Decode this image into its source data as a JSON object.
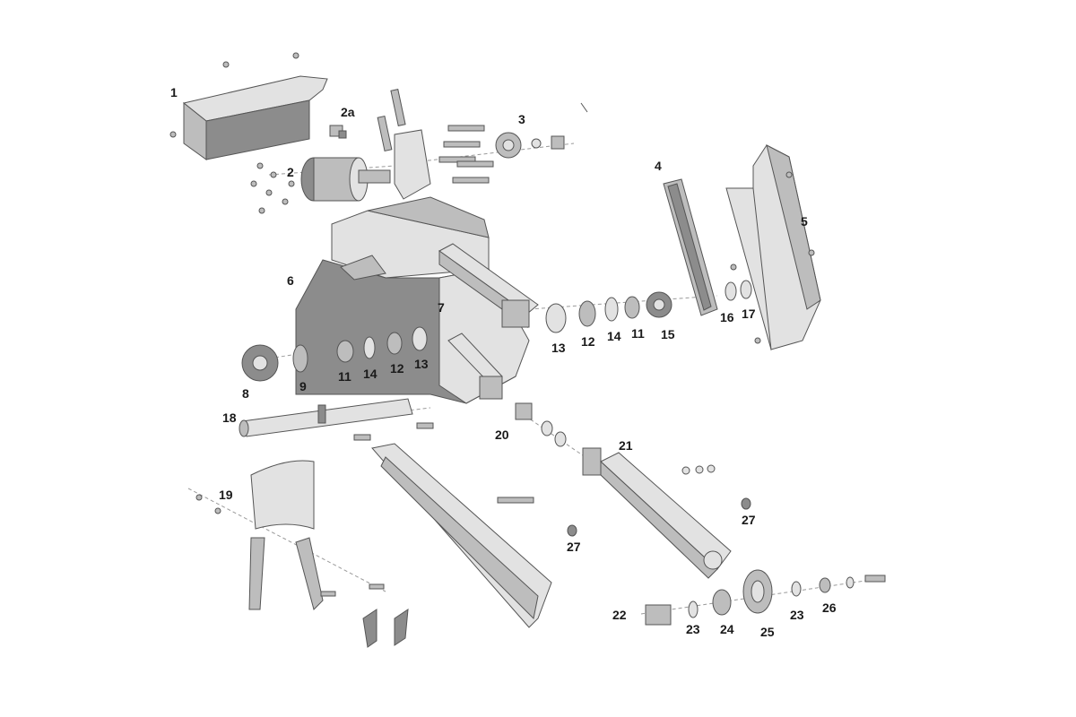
{
  "labels": {
    "p1": "1",
    "p2": "2",
    "p2a": "2a",
    "p3": "3",
    "p4": "4",
    "p5": "5",
    "p6": "6",
    "p7": "7",
    "p8": "8",
    "p9": "9",
    "p11a": "11",
    "p14a": "14",
    "p12a": "12",
    "p13a": "13",
    "p13b": "13",
    "p12b": "12",
    "p14b": "14",
    "p11b": "11",
    "p15": "15",
    "p16": "16",
    "p17": "17",
    "p18": "18",
    "p19": "19",
    "p20": "20",
    "p21": "21",
    "p27a": "27",
    "p27b": "27",
    "p22": "22",
    "p23a": "23",
    "p24": "24",
    "p25": "25",
    "p23b": "23",
    "p26": "26"
  }
}
